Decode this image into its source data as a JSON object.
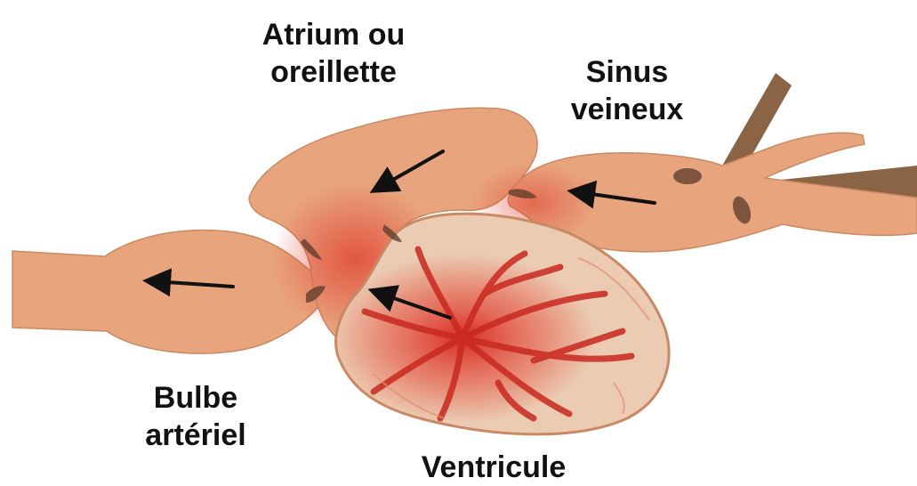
{
  "labels": {
    "atrium": [
      "Atrium ou",
      "oreillette"
    ],
    "sinus": [
      "Sinus",
      "veineux"
    ],
    "bulbe": [
      "Bulbe",
      "artériel"
    ],
    "ventricule": "Ventricule"
  },
  "colors": {
    "tissue": "#E8A47C",
    "tissue_outline": "#C98A63",
    "ventricle_inner": "#EBCBB2",
    "blood_red": "#E03B2E",
    "vessel_brown": "#8B6446",
    "arrow": "#111111",
    "background": "#FFFFFF"
  }
}
